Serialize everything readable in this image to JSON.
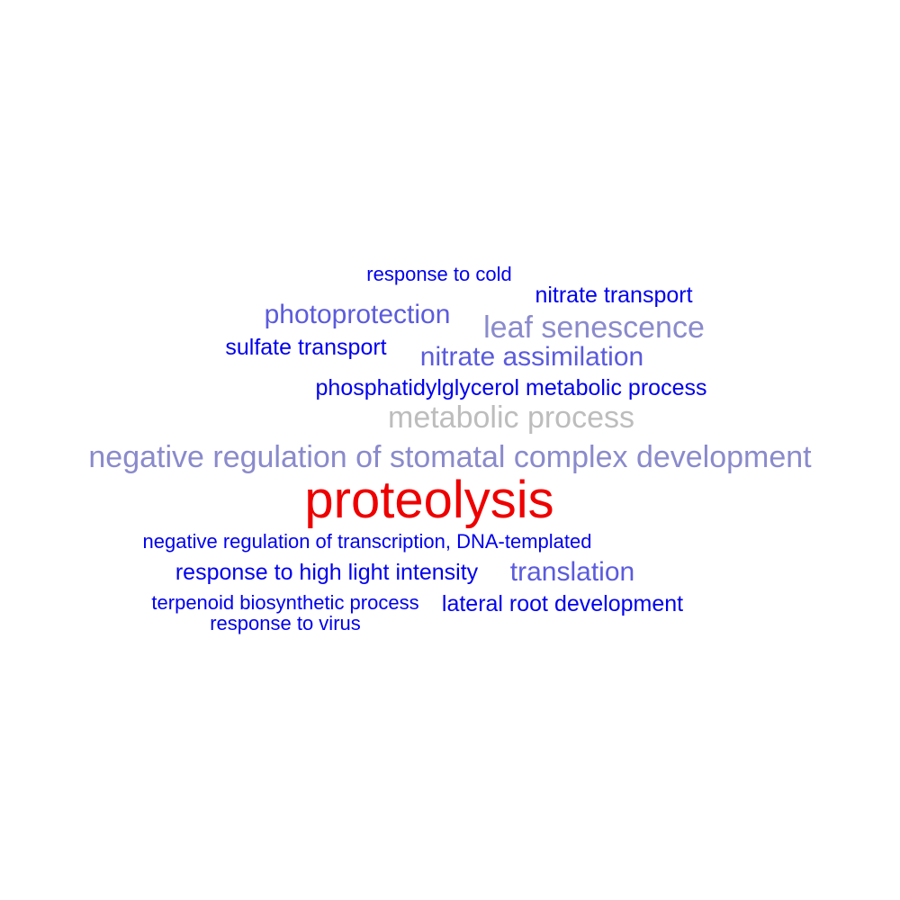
{
  "word_cloud": {
    "words": {
      "response_to_cold": {
        "text": "response to cold",
        "color": "#0000ee"
      },
      "nitrate_transport": {
        "text": "nitrate transport",
        "color": "#0000ee"
      },
      "photoprotection": {
        "text": "photoprotection",
        "color": "#5b5bdd"
      },
      "leaf_senescence": {
        "text": "leaf senescence",
        "color": "#8a8acc"
      },
      "sulfate_transport": {
        "text": "sulfate transport",
        "color": "#0000ee"
      },
      "nitrate_assimilation": {
        "text": "nitrate assimilation",
        "color": "#5b5bdd"
      },
      "phosphatidylglycerol_metabolic_process": {
        "text": "phosphatidylglycerol metabolic process",
        "color": "#0000ee"
      },
      "metabolic_process": {
        "text": "metabolic process",
        "color": "#bdbdbd"
      },
      "negative_regulation_of_stomatal_complex_development": {
        "text": "negative regulation of stomatal complex development",
        "color": "#8a8acc"
      },
      "proteolysis": {
        "text": "proteolysis",
        "color": "#ee0000"
      },
      "negative_regulation_of_transcription": {
        "text": "negative regulation of transcription, DNA-templated",
        "color": "#0000ee"
      },
      "response_to_high_light_intensity": {
        "text": "response to high light intensity",
        "color": "#0000ee"
      },
      "translation": {
        "text": "translation",
        "color": "#5b5bdd"
      },
      "terpenoid_biosynthetic_process": {
        "text": "terpenoid biosynthetic process",
        "color": "#0000ee"
      },
      "lateral_root_development": {
        "text": "lateral root development",
        "color": "#0000ee"
      },
      "response_to_virus": {
        "text": "response to virus",
        "color": "#0000ee"
      }
    }
  }
}
